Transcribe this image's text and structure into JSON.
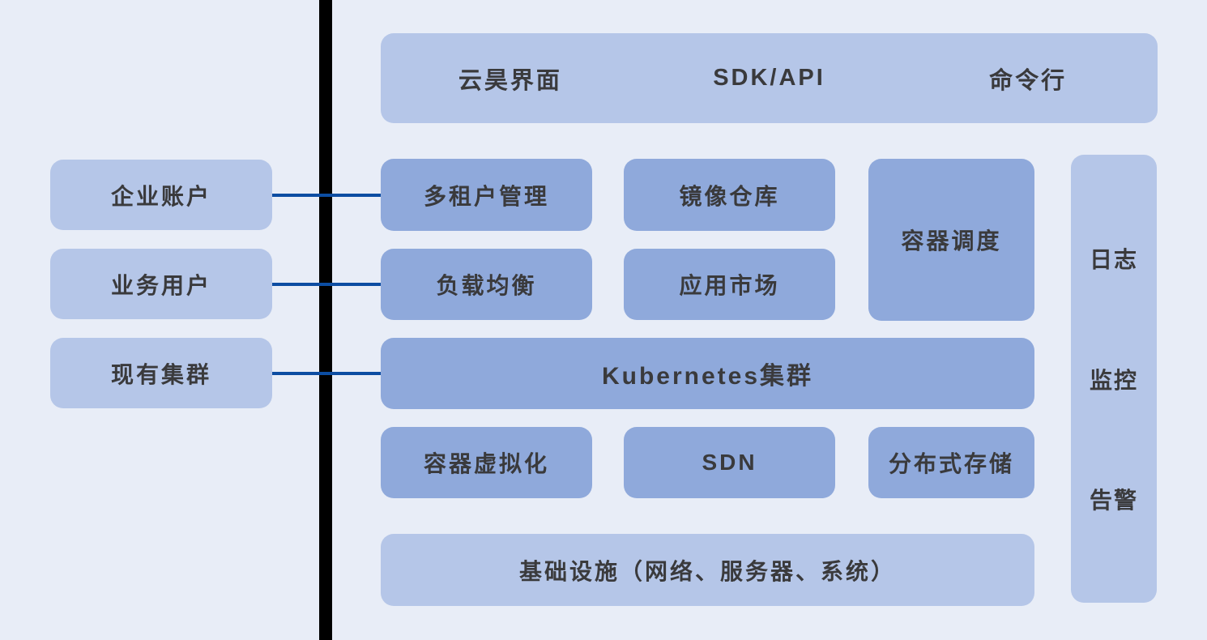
{
  "colors": {
    "background": "#e8edf7",
    "light_panel": "#b5c6e8",
    "medium_panel": "#8fa9db",
    "divider": "#000000",
    "connector_line": "#0c4da2",
    "text": "#3a3a3c"
  },
  "left_panel": {
    "items": [
      {
        "label": "企业账户"
      },
      {
        "label": "业务用户"
      },
      {
        "label": "现有集群"
      }
    ]
  },
  "access_layer": {
    "items": [
      {
        "label": "云昊界面"
      },
      {
        "label": "SDK/API"
      },
      {
        "label": "命令行"
      }
    ]
  },
  "platform": {
    "multi_tenant": "多租户管理",
    "image_registry": "镜像仓库",
    "container_scheduling": "容器调度",
    "load_balancing": "负载均衡",
    "app_market": "应用市场",
    "kubernetes_cluster": "Kubernetes集群",
    "container_virtualization": "容器虚拟化",
    "sdn": "SDN",
    "distributed_storage": "分布式存储",
    "infrastructure": "基础设施（网络、服务器、系统）"
  },
  "ops_column": {
    "items": [
      {
        "label": "日志"
      },
      {
        "label": "监控"
      },
      {
        "label": "告警"
      }
    ]
  }
}
